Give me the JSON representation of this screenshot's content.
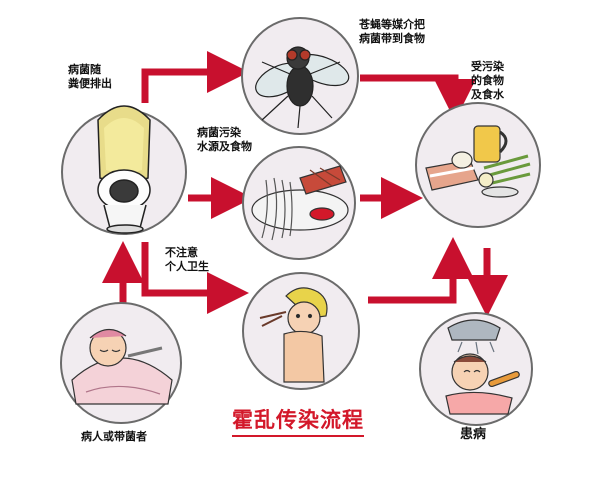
{
  "title": "霍乱传染流程",
  "nodes": {
    "toilet": "病菌随\n粪便排出",
    "fly": "苍蝇等媒介把\n病菌带到食物",
    "contaminated_food": "受污染\n的食物\n及食水",
    "water_food": "病菌污染\n水源及食物",
    "hygiene": "不注意\n个人卫生",
    "carrier": "病人或带菌者",
    "patient": "患病"
  },
  "colors": {
    "arrow": "#c8102e",
    "title": "#d3182a",
    "circle_fill": "#f1ecf0",
    "circle_stroke": "#6b6b6b"
  },
  "icons": [
    "toilet-icon",
    "fly-icon",
    "food-icon",
    "noodles-icon",
    "child-icon",
    "sick-person-icon",
    "patient-icon"
  ]
}
